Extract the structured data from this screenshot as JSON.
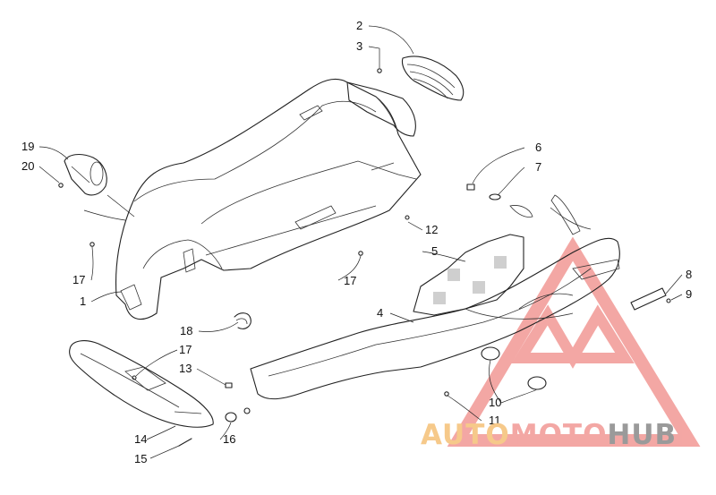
{
  "diagram": {
    "callouts": [
      {
        "id": "c2",
        "text": "2"
      },
      {
        "id": "c3",
        "text": "3"
      },
      {
        "id": "c19",
        "text": "19"
      },
      {
        "id": "c20",
        "text": "20"
      },
      {
        "id": "c6",
        "text": "6"
      },
      {
        "id": "c7",
        "text": "7"
      },
      {
        "id": "c12",
        "text": "12"
      },
      {
        "id": "c5",
        "text": "5"
      },
      {
        "id": "c17a",
        "text": "17"
      },
      {
        "id": "c17b",
        "text": "17"
      },
      {
        "id": "c1",
        "text": "1"
      },
      {
        "id": "c8",
        "text": "8"
      },
      {
        "id": "c9",
        "text": "9"
      },
      {
        "id": "c4",
        "text": "4"
      },
      {
        "id": "c18",
        "text": "18"
      },
      {
        "id": "c17c",
        "text": "17"
      },
      {
        "id": "c13",
        "text": "13"
      },
      {
        "id": "c10",
        "text": "10"
      },
      {
        "id": "c11",
        "text": "11"
      },
      {
        "id": "c14",
        "text": "14"
      },
      {
        "id": "c16",
        "text": "16"
      },
      {
        "id": "c15",
        "text": "15"
      }
    ]
  },
  "watermark": {
    "part1": "AUTO",
    "part2": "MOTO",
    "part3": "HUB",
    "colors": {
      "auto": "#f6c98a",
      "moto": "#f3a7a4",
      "hub": "#9a9a9a",
      "triangle": "#f08a86"
    }
  }
}
